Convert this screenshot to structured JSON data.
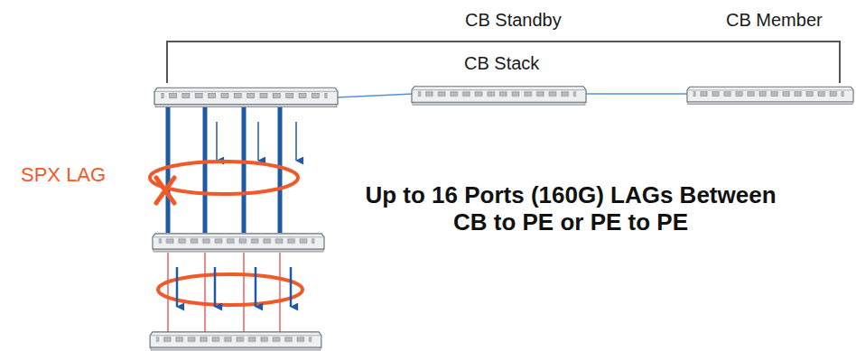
{
  "diagram": {
    "labels": [
      "CB Standby",
      "CB Member",
      "CB Stack",
      "SPX LAG",
      "Up to 16 Ports (160G) LAGs Between CB to PE or PE to PE"
    ]
  }
}
